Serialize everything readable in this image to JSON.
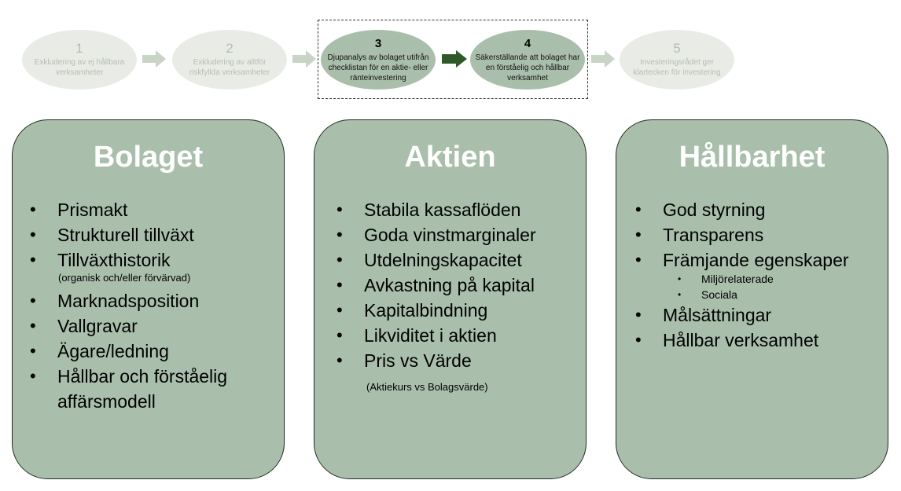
{
  "steps": [
    {
      "num": "1",
      "text": "Exkludering av ej hållbara verksamheter"
    },
    {
      "num": "2",
      "text": "Exkludering av alltför riskfyllda verksamheter"
    },
    {
      "num": "3",
      "text": "Djupanalys av bolaget utifrån checklistan för en aktie- eller ränteinvestering"
    },
    {
      "num": "4",
      "text": "Säkerställande att bolaget har en förståelig och hållbar verksamhet"
    },
    {
      "num": "5",
      "text": "Investeringsrådet ger klartecken för investering"
    }
  ],
  "colors": {
    "card_fill": "#a9bfab",
    "faded_fill": "#e9ece6",
    "faded_arrow": "#c9d4c6",
    "active_arrow": "#2d5a27"
  },
  "cards": {
    "bolaget": {
      "title": "Bolaget",
      "items": [
        "Prismakt",
        "Strukturell tillväxt",
        "Tillväxthistorik",
        "Marknadsposition",
        "Vallgravar",
        "Ägare/ledning",
        "Hållbar och förståelig affärsmodell"
      ],
      "note": "(organisk och/eller förvärvad)"
    },
    "aktien": {
      "title": "Aktien",
      "items": [
        "Stabila kassaflöden",
        "Goda vinstmarginaler",
        "Utdelningskapacitet",
        "Avkastning på kapital",
        "Kapitalbindning",
        "Likviditet i aktien",
        "Pris vs Värde"
      ],
      "note": "(Aktiekurs vs Bolagsvärde)"
    },
    "hallbarhet": {
      "title": "Hållbarhet",
      "items": [
        "God styrning",
        "Transparens",
        "Främjande egenskaper",
        "Målsättningar",
        "Hållbar verksamhet"
      ],
      "subitems": [
        "Miljörelaterade",
        "Sociala"
      ]
    }
  }
}
